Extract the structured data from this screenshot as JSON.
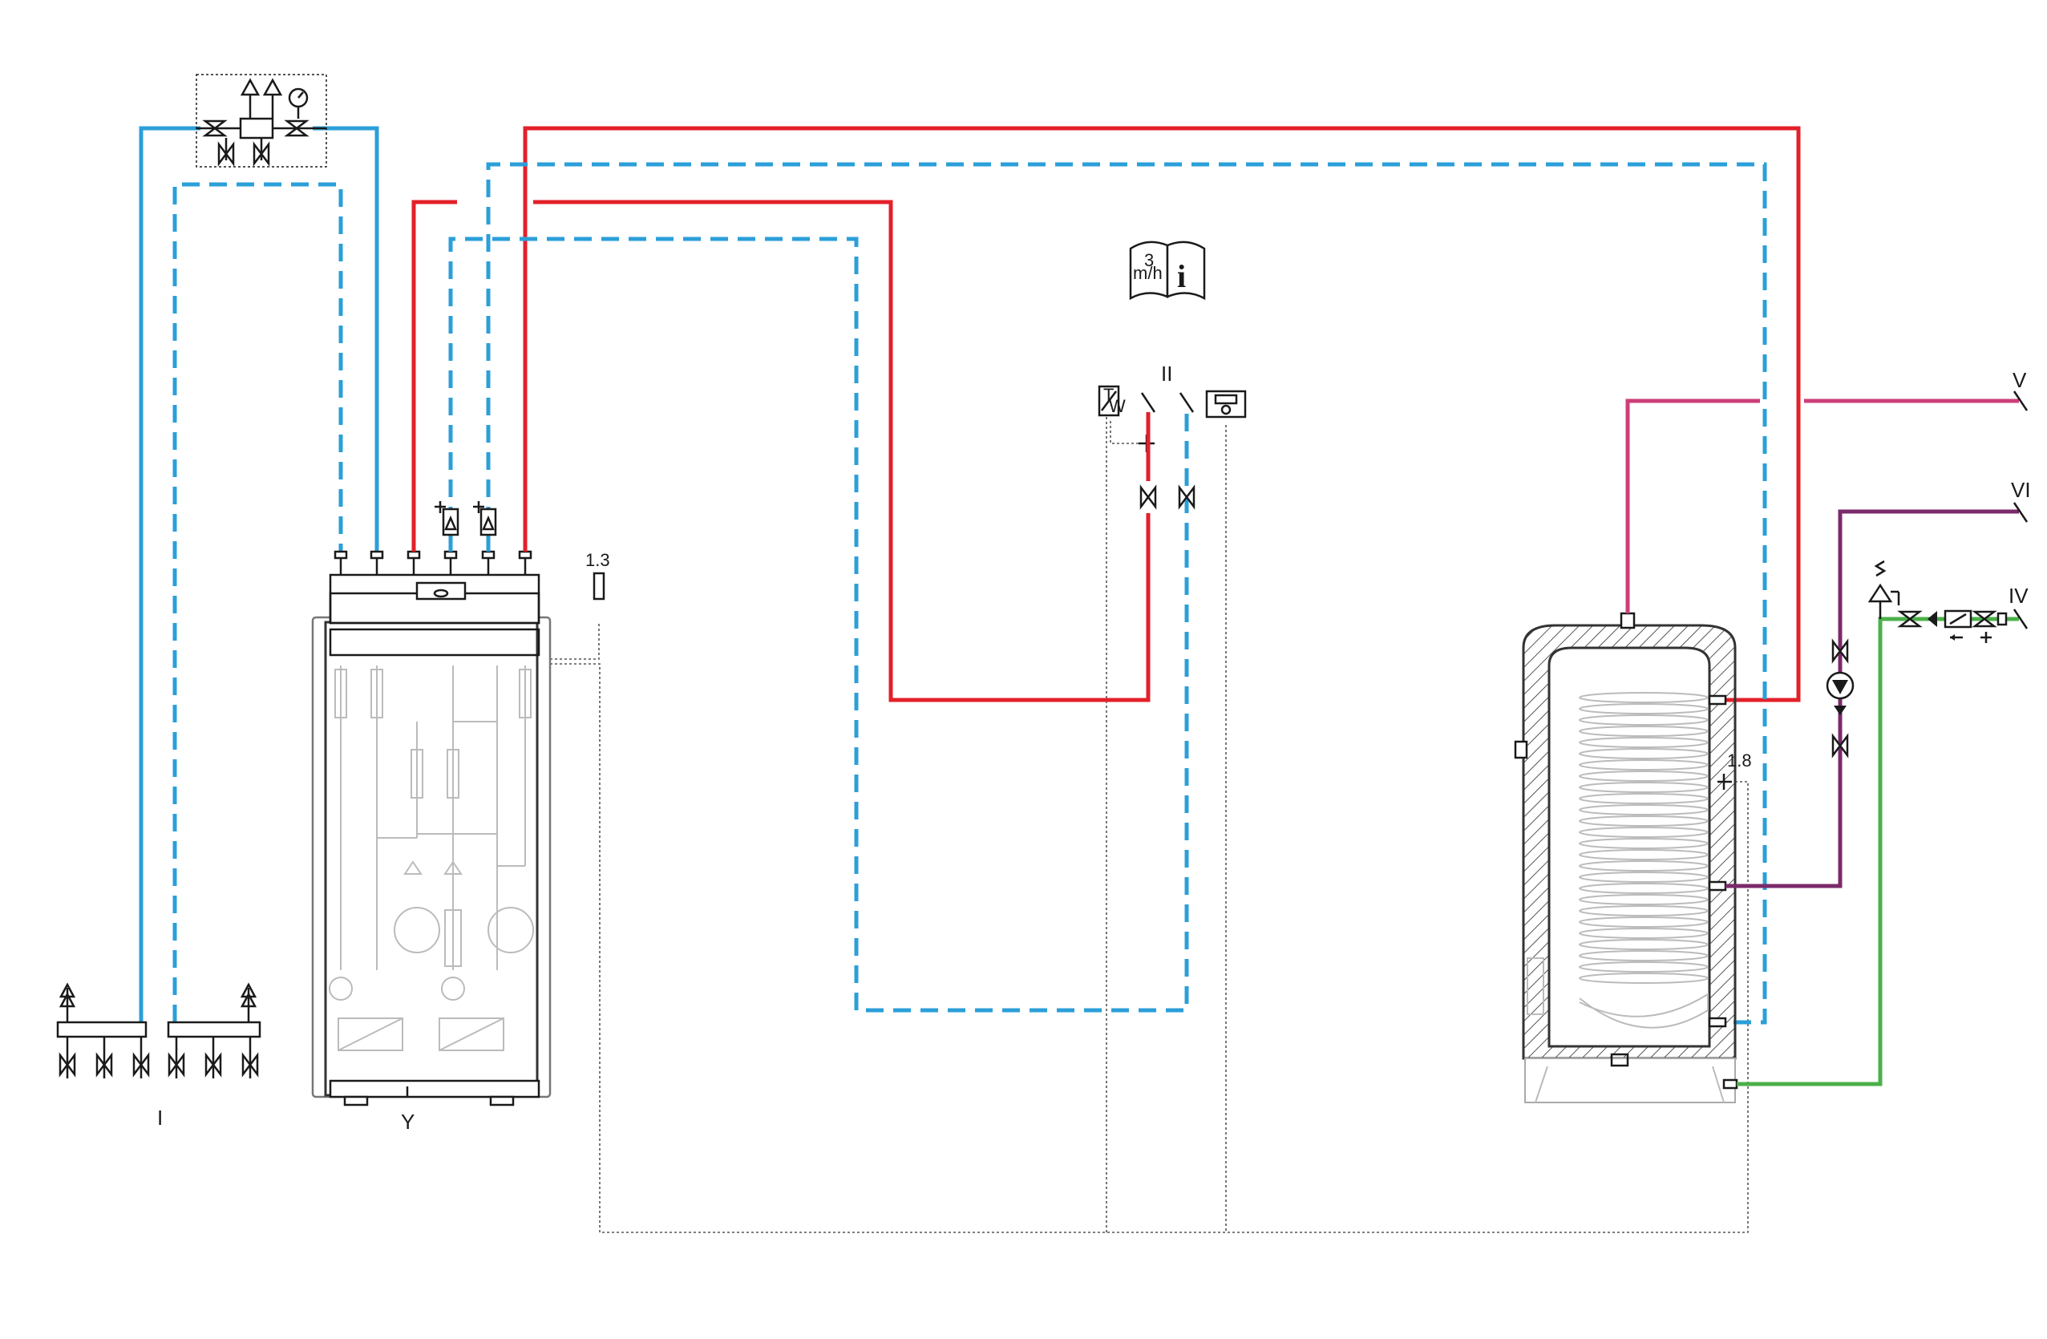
{
  "labels": {
    "group_I": "I",
    "unit_Y": "Y",
    "sensor_13": "1.3",
    "group_II": "II",
    "sensor_18": "1.8",
    "outlet_V": "V",
    "outlet_VI": "VI",
    "outlet_IV": "IV",
    "flow_unit_top": "3",
    "flow_unit_main": "m/h",
    "info_mark": "i",
    "thermostat_top": "T",
    "thermostat_bottom": "W"
  },
  "icons": [
    "manual-book-icon",
    "info-icon",
    "safety-valve-icon",
    "pressure-gauge-icon",
    "pump-icon",
    "shutoff-valve-icon",
    "thermostat-icon",
    "controller-icon"
  ],
  "colors": {
    "hot_flow": "#e3202a",
    "cold_return": "#2b9fd9",
    "hot_water": "#cc3e7a",
    "circulation": "#7b2a6b",
    "cold_water": "#4bb04a"
  }
}
